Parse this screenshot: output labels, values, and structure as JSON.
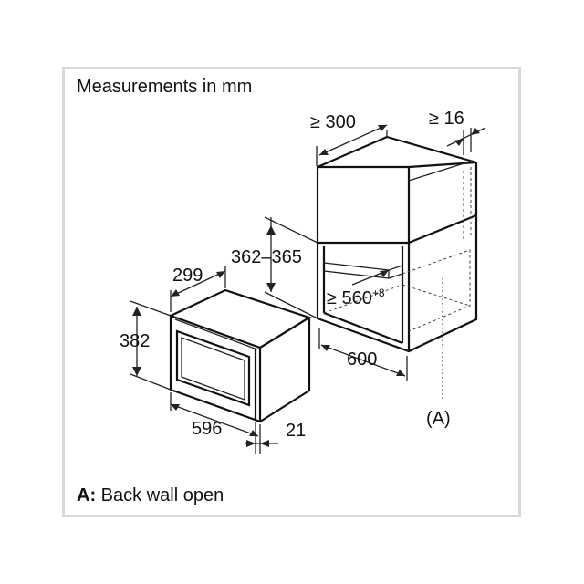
{
  "title": "Measurements in mm",
  "footnote": {
    "key": "A:",
    "text": "Back wall open"
  },
  "dimensions": {
    "cabinet_depth_min": "≥ 300",
    "cabinet_side": "≥ 16",
    "niche_height": "362–365",
    "niche_depth": "≥ 560",
    "niche_depth_tolerance": "+8",
    "niche_width": "600",
    "appliance_depth": "299",
    "appliance_height": "382",
    "appliance_width": "596",
    "front_depth": "21"
  },
  "label_a": "(A)"
}
